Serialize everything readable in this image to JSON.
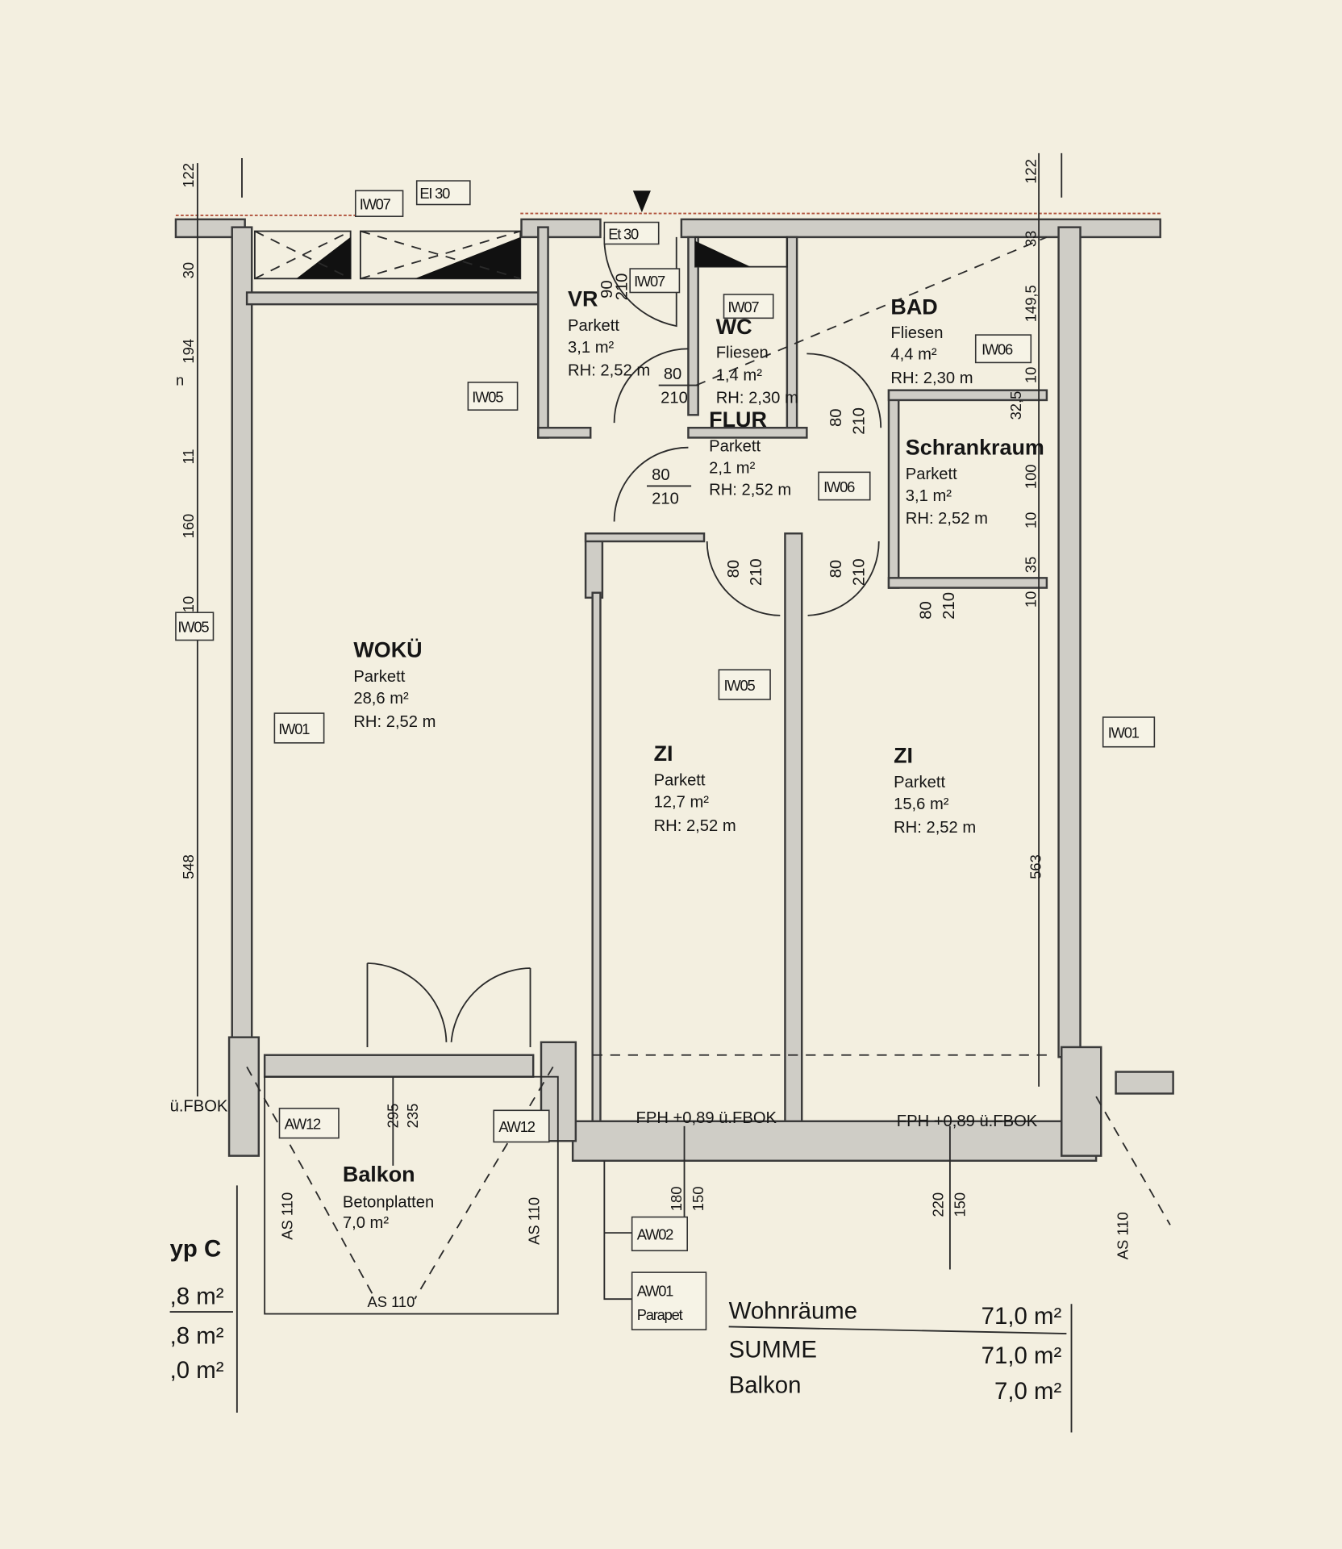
{
  "rooms": [
    {
      "name": "VR",
      "floor": "Parkett",
      "area": "3,1 m²",
      "height": "RH: 2,52 m"
    },
    {
      "name": "WC",
      "floor": "Fliesen",
      "area": "1,4 m²",
      "height": "RH: 2,30 m"
    },
    {
      "name": "BAD",
      "floor": "Fliesen",
      "area": "4,4 m²",
      "height": "RH: 2,30 m"
    },
    {
      "name": "FLUR",
      "floor": "Parkett",
      "area": "2,1 m²",
      "height": "RH: 2,52 m"
    },
    {
      "name": "Schrankraum",
      "floor": "Parkett",
      "area": "3,1 m²",
      "height": "RH: 2,52 m"
    },
    {
      "name": "WOKÜ",
      "floor": "Parkett",
      "area": "28,6 m²",
      "height": "RH: 2,52 m"
    },
    {
      "name": "ZI",
      "floor": "Parkett",
      "area": "12,7 m²",
      "height": "RH: 2,52 m"
    },
    {
      "name": "ZI",
      "floor": "Parkett",
      "area": "15,6 m²",
      "height": "RH: 2,52 m"
    },
    {
      "name": "Balkon",
      "floor": "Betonplatten",
      "area": "7,0 m²"
    }
  ],
  "wall_tags": [
    "IW07",
    "IW07",
    "IW07",
    "IW05",
    "IW06",
    "IW06",
    "IW05",
    "IW01",
    "IW01",
    "AW12",
    "AW12",
    "AW02",
    "AW01",
    "Parapet",
    "IW05",
    "EI 30",
    "Et 30"
  ],
  "dimensions": {
    "left": [
      "122",
      "30",
      "194",
      "11",
      "160",
      "10",
      "548"
    ],
    "right": [
      "122",
      "33",
      "149,5",
      "10",
      "32,5",
      "100",
      "10",
      "35",
      "10",
      "563"
    ],
    "bottom": [
      "295",
      "235",
      "180",
      "150",
      "220",
      "150"
    ]
  },
  "doors": {
    "width": "80",
    "height": "210",
    "entry_width": "90"
  },
  "annotations": {
    "fph": "FPH +0,89 ü.FBOK",
    "fbok": "ü.FBOK",
    "as110": "AS 110",
    "n": "n"
  },
  "summary": [
    {
      "label": "Wohnräume",
      "value": "71,0 m²"
    },
    {
      "label": "SUMME",
      "value": "71,0 m²"
    },
    {
      "label": "Balkon",
      "value": "7,0 m²"
    }
  ],
  "side_legend": {
    "type": "yp C",
    "rows": [
      ",8 m²",
      ",8 m²",
      ",0 m²"
    ]
  }
}
